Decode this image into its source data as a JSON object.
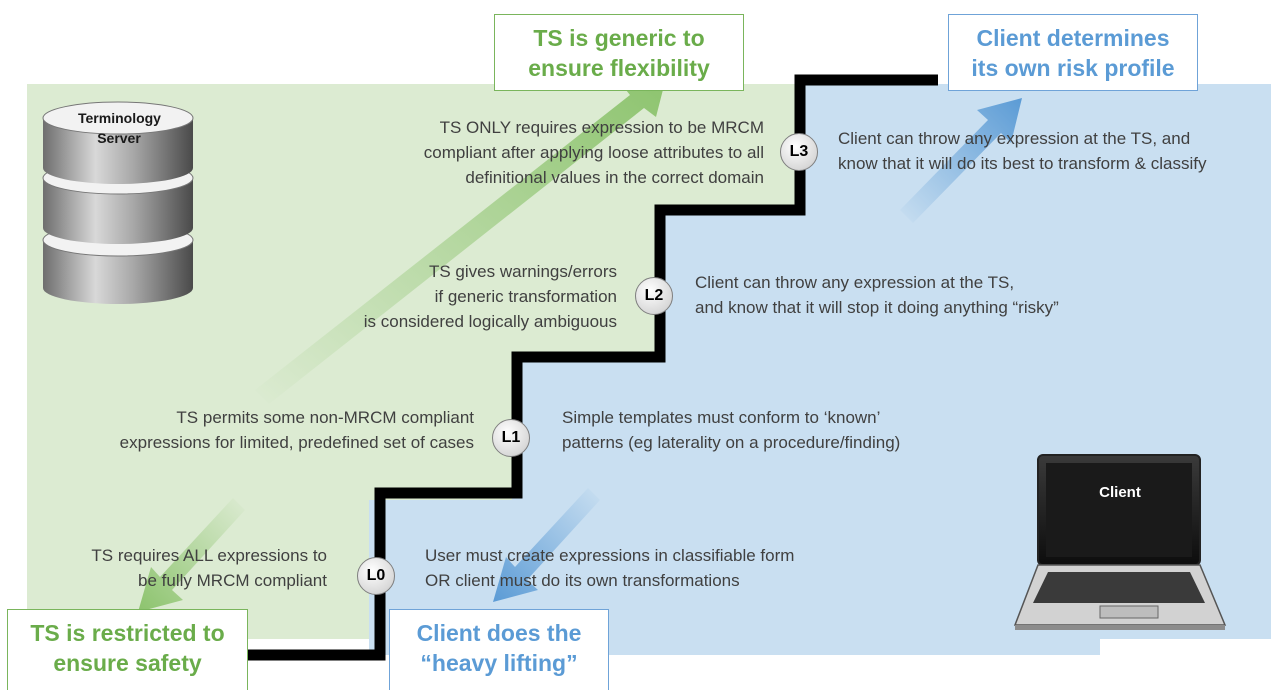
{
  "server_label": [
    "Terminology",
    "Server"
  ],
  "client_label": "Client",
  "callouts": {
    "ts_generic": [
      "TS is generic to",
      "ensure flexibility"
    ],
    "client_risk": [
      "Client determines",
      "its own risk profile"
    ],
    "ts_restricted": [
      "TS is restricted to",
      "ensure safety"
    ],
    "client_heavy": [
      "Client does the",
      "“heavy lifting”"
    ]
  },
  "levels": [
    {
      "id": "L0",
      "ts_text": [
        "TS requires ALL expressions to",
        "be fully MRCM compliant"
      ],
      "client_text": [
        "User must create expressions in classifiable form",
        "OR client must do its own transformations"
      ]
    },
    {
      "id": "L1",
      "ts_text": [
        "TS permits some non-MRCM compliant",
        "expressions for limited, predefined set of cases"
      ],
      "client_text": [
        "Simple templates must conform to ‘known’",
        "patterns (eg laterality on a procedure/finding)"
      ]
    },
    {
      "id": "L2",
      "ts_text": [
        "TS gives warnings/errors",
        "if generic transformation",
        "is considered logically ambiguous"
      ],
      "client_text": [
        "Client can throw any expression at the TS,",
        "and know that it will stop it doing anything “risky”"
      ]
    },
    {
      "id": "L3",
      "ts_text": [
        "TS ONLY requires expression to be MRCM",
        "compliant after applying loose attributes to all",
        "definitional values in the correct domain"
      ],
      "client_text": [
        "Client can throw any expression at the TS, and",
        "know that it will do its best to transform & classify"
      ]
    }
  ],
  "colors": {
    "green_region": "#dcebd2",
    "blue_region": "#c9dff1",
    "green_accent": "#6aac4a",
    "blue_accent": "#5b9bd5",
    "staircase": "#000000"
  },
  "icons": [
    "database-icon",
    "laptop-icon"
  ]
}
